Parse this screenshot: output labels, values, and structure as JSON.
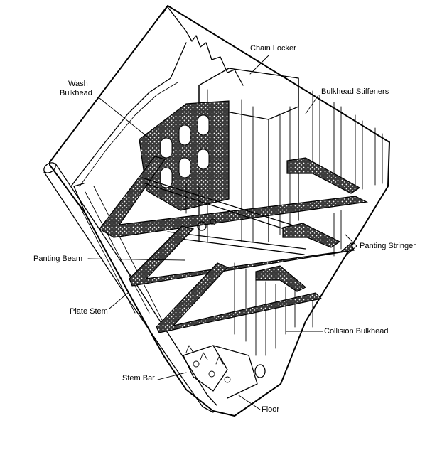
{
  "labels": {
    "chain_locker": "Chain Locker",
    "wash_bulkhead_1": "Wash",
    "wash_bulkhead_2": "Bulkhead",
    "bulkhead_stiffeners": "Bulkhead Stiffeners",
    "panting_stringer": "Panting Stringer",
    "panting_beam": "Panting Beam",
    "plate_stem": "Plate Stem",
    "collision_bulkhead": "Collision Bulkhead",
    "stem_bar": "Stem Bar",
    "floor": "Floor"
  },
  "colors": {
    "ink": "#000000",
    "background": "#ffffff",
    "hatch": "#2a2a2a"
  }
}
